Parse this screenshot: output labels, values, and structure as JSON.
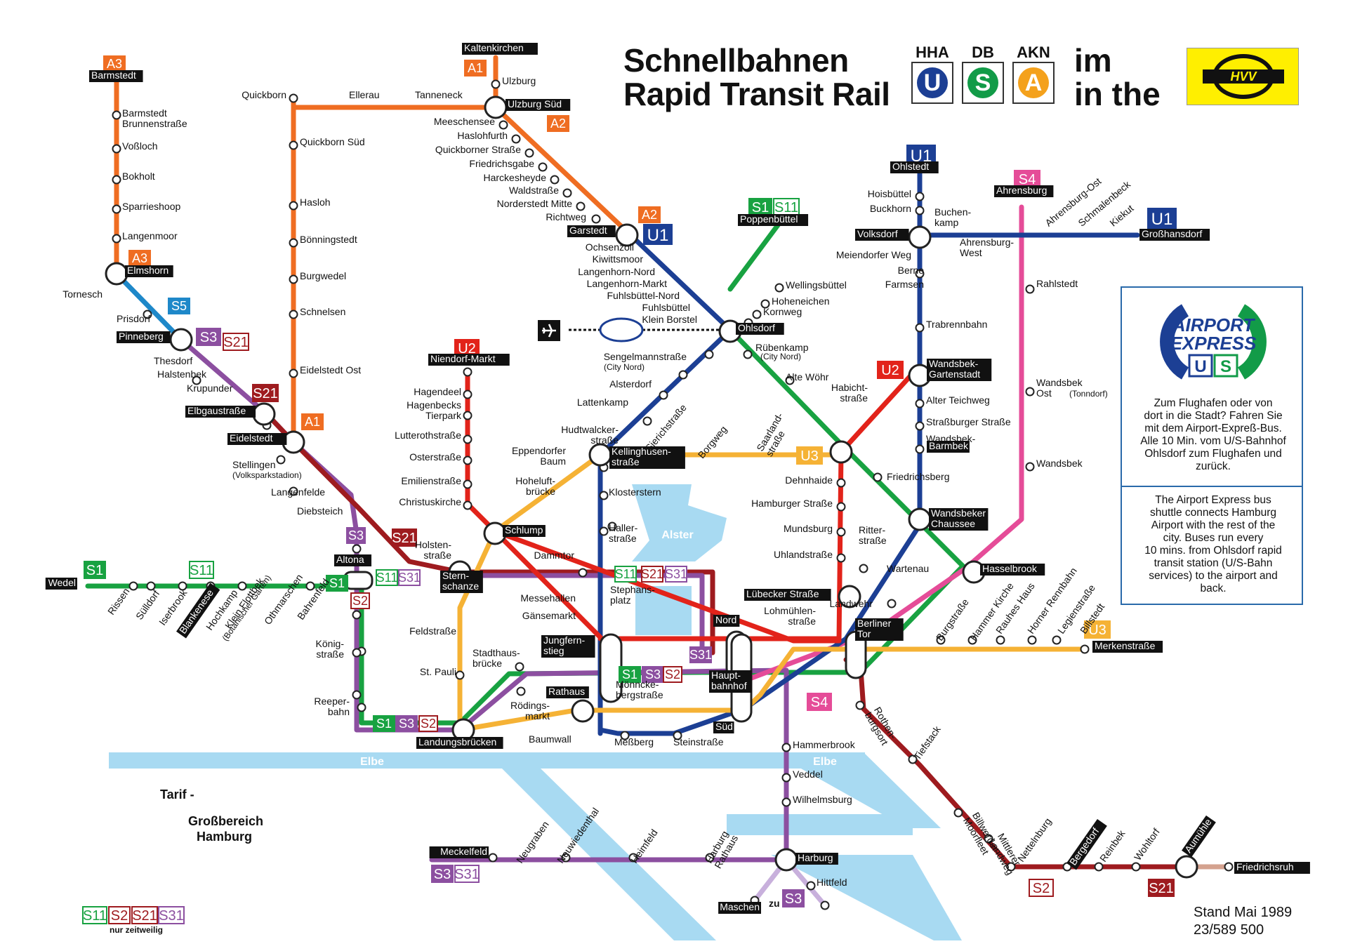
{
  "title": {
    "line1": "Schnellbahnen",
    "line2": "Rapid Transit Rail",
    "im": "im",
    "inthe": "in the"
  },
  "operators": [
    {
      "name": "HHA",
      "letter": "U",
      "color": "#1c3f94"
    },
    {
      "name": "DB",
      "letter": "S",
      "color": "#129b48"
    },
    {
      "name": "AKN",
      "letter": "A",
      "color": "#f4a11c"
    }
  ],
  "hvv_logo": "HVV",
  "colors": {
    "A": "#ef6d22",
    "S1": "#18a241",
    "S3": "#8c4fa0",
    "S21": "#9e1b1f",
    "S5": "#1e88c9",
    "S4": "#e54c98",
    "U1": "#1c3f94",
    "U2": "#e2231a",
    "U3": "#f5b235",
    "water": "#a8daf2",
    "harburgS3": "#c8b0dc"
  },
  "airport": {
    "logo_line1": "AIRPORT",
    "logo_line2": "EXPRESS",
    "de": [
      "Zum Flughafen oder von",
      "dort in die Stadt? Fahren Sie",
      "mit dem  Airport-Expreß-Bus.",
      "Alle 10 Min. vom U/S-Bahnhof",
      "Ohlsdorf zum Flughafen und",
      "zurück."
    ],
    "en": [
      "The Airport Express bus",
      "shuttle connects Hamburg",
      "Airport with the rest of the",
      "city. Buses run every",
      "10 mins. from Ohlsdorf rapid",
      "transit station (U/S-Bahn",
      "services) to the airport and",
      "back."
    ]
  },
  "tarif": {
    "line1": "Tarif -",
    "line2": "Großbereich",
    "line3": "Hamburg"
  },
  "stand": {
    "line1": "Stand Mai  1989",
    "line2": "23/589 500"
  },
  "nur_zeitweilig": "nur zeitweilig",
  "water": {
    "elbe": "Elbe",
    "alster": "Alster"
  },
  "badges": [
    {
      "t": "A3",
      "c": "A"
    },
    {
      "t": "A3",
      "c": "A"
    },
    {
      "t": "A1",
      "c": "A"
    },
    {
      "t": "A2",
      "c": "A"
    },
    {
      "t": "A2",
      "c": "A"
    },
    {
      "t": "A1",
      "c": "A"
    },
    {
      "t": "S5",
      "c": "S5"
    },
    {
      "t": "S3",
      "c": "S3"
    },
    {
      "t": "S21",
      "c": "S21"
    },
    {
      "t": "S21",
      "c": "S21"
    },
    {
      "t": "S1",
      "c": "S1"
    },
    {
      "t": "S11",
      "c": "S1"
    },
    {
      "t": "S1",
      "c": "S1"
    },
    {
      "t": "S11",
      "c": "S1"
    },
    {
      "t": "S31",
      "c": "S3"
    },
    {
      "t": "S2",
      "c": "S21"
    },
    {
      "t": "S3",
      "c": "S3"
    },
    {
      "t": "S21",
      "c": "S21"
    },
    {
      "t": "S11",
      "c": "S1"
    },
    {
      "t": "S21",
      "c": "S21"
    },
    {
      "t": "S31",
      "c": "S3"
    },
    {
      "t": "S1",
      "c": "S1"
    },
    {
      "t": "S3",
      "c": "S3"
    },
    {
      "t": "S2",
      "c": "S21"
    },
    {
      "t": "S31",
      "c": "S3"
    },
    {
      "t": "S1",
      "c": "S1"
    },
    {
      "t": "S3",
      "c": "S3"
    },
    {
      "t": "S2",
      "c": "S21"
    },
    {
      "t": "S4",
      "c": "S4"
    },
    {
      "t": "S4",
      "c": "S4"
    },
    {
      "t": "S1",
      "c": "S1"
    },
    {
      "t": "S11",
      "c": "S1"
    },
    {
      "t": "U1",
      "c": "U1"
    },
    {
      "t": "U1",
      "c": "U1"
    },
    {
      "t": "U1",
      "c": "U1"
    },
    {
      "t": "U2",
      "c": "U2"
    },
    {
      "t": "U2",
      "c": "U2"
    },
    {
      "t": "U3",
      "c": "U3"
    },
    {
      "t": "U3",
      "c": "U3"
    },
    {
      "t": "S3",
      "c": "S3"
    },
    {
      "t": "S31",
      "c": "S3"
    },
    {
      "t": "S3",
      "c": "S3"
    },
    {
      "t": "S2",
      "c": "S21"
    },
    {
      "t": "S21",
      "c": "S21"
    },
    {
      "t": "S11",
      "c": "S1"
    },
    {
      "t": "S2",
      "c": "S21"
    },
    {
      "t": "S21",
      "c": "S21"
    },
    {
      "t": "S31",
      "c": "S3"
    }
  ],
  "zu": "zu",
  "stations": [
    "Barmstedt",
    "Barmstedt\nBrunnenstraße",
    "Voßloch",
    "Bokholt",
    "Sparrieshoop",
    "Langenmoor",
    "Elmshorn",
    "Tornesch",
    "Prisdorf",
    "Pinneberg",
    "Thesdorf",
    "Halstenbek",
    "Krupunder",
    "Elbgaustraße",
    "Eidelstedt",
    "Stellingen",
    "(Volksparkstadion)",
    "Langenfelde",
    "Diebsteich",
    "Altona",
    "Quickborn",
    "Ellerau",
    "Tanneneck",
    "Quickborn Süd",
    "Hasloh",
    "Bönningstedt",
    "Burgwedel",
    "Schnelsen",
    "Eidelstedt Ost",
    "Kaltenkirchen",
    "Ulzburg",
    "Ulzburg Süd",
    "Meeschensee",
    "Haslohfurth",
    "Quickborner Straße",
    "Friedrichsgabe",
    "Harckesheyde",
    "Waldstraße",
    "Norderstedt Mitte",
    "Richtweg",
    "Garstedt",
    "Ochsenzoll",
    "Kiwittsmoor",
    "Langenhorn-Nord",
    "Langenhorn-Markt",
    "Fuhlsbüttel-Nord",
    "Fuhlsbüttel",
    "Klein Borstel",
    "Ohlsdorf",
    "Poppenbüttel",
    "Wellingsbüttel",
    "Hoheneichen",
    "Kornweg",
    "Rübenkamp",
    "(City Nord)",
    "Alte Wöhr",
    "Ohlstedt",
    "Hoisbüttel",
    "Buckhorn",
    "Volksdorf",
    "Buchen-\nkamp",
    "Ahrensburg-\nWest",
    "Ahrensburg-Ost",
    "Schmalenbeck",
    "Kiekut",
    "Großhansdorf",
    "Meiendorfer Weg",
    "Berne",
    "Farmsen",
    "Trabrennbahn",
    "Ahrensburg",
    "Rahlstedt",
    "Wandsbek\nOst",
    "(Tonndorf)",
    "Wandsbek",
    "Wandsbek-\nGartenstadt",
    "Habicht-\nstraße",
    "Alter Teichweg",
    "Straßburger Straße",
    "Wandsbek-\nMarkt",
    "Barmbek",
    "Friedrichsberg",
    "Wandsbeker\nChaussee",
    "Hasselbrook",
    "Niendorf-Markt",
    "Hagendeel",
    "Hagenbecks\nTierpark",
    "Lutterothstraße",
    "Osterstraße",
    "Emilienstraße",
    "Christuskirche",
    "Schlump",
    "Sengelmannstraße",
    "(City Nord)",
    "Alsterdorf",
    "Lattenkamp",
    "Hudtwalcker-\nstraße",
    "Kellinghusen-\nstraße",
    "Sierichstraße",
    "Borgweg",
    "Saarland-\nstraße",
    "Eppendorfer\nBaum",
    "Hoheluft-\nbrücke",
    "Klosterstern",
    "Haller-\nstraße",
    "Dehnhaide",
    "Hamburger Straße",
    "Mundsburg",
    "Uhlandstraße",
    "Ritter-\nstraße",
    "Wartenau",
    "Lübecker Straße",
    "Lohmühlen-\nstraße",
    "Berliner\nTor",
    "Landwehr",
    "Holsten-\nstraße",
    "Stern-\nschanze",
    "Dammtor",
    "Messehallen",
    "Gänsemarkt",
    "Stephans-\nplatz",
    "Jungfern-\nstieg",
    "Nord",
    "Haupt-\nbahnhof",
    "Süd",
    "Feldstraße",
    "St. Pauli",
    "Stadthaus-\nbrücke",
    "Mönncke-\nbergstraße",
    "Rathaus",
    "Rödings-\nmarkt",
    "Baumwall",
    "Landungsbrücken",
    "Meßberg",
    "Steinstraße",
    "König-\nstraße",
    "Reeper-\nbahn",
    "Wedel",
    "Rissen",
    "Sülldorf",
    "Iserbrook",
    "Blankenese",
    "Hochkamp",
    "Klein Flottbek",
    "(Botanischer Garten)",
    "Othmarschen",
    "Bahrenfeld",
    "Burgstraße",
    "Hammer Kirche",
    "Rauhes Haus",
    "Horner Rennbahn",
    "Legienstraße",
    "Billstedt",
    "Merkenstraße",
    "Rothen-\nburgsort",
    "Tiefstack",
    "Billwerder-\nMoorfleet",
    "Mittlerer\nLandweg",
    "Nettelnburg",
    "Bergedorf",
    "Reinbek",
    "Wohltorf",
    "Aumühle",
    "Friedrichsruh",
    "Hammerbrook",
    "Veddel",
    "Wilhelmsburg",
    "Harburg",
    "Harburg\nRathaus",
    "Heimfeld",
    "Neuwiedenthal",
    "Neugraben",
    "Meckelfeld",
    "Hittfeld",
    "Maschen"
  ]
}
